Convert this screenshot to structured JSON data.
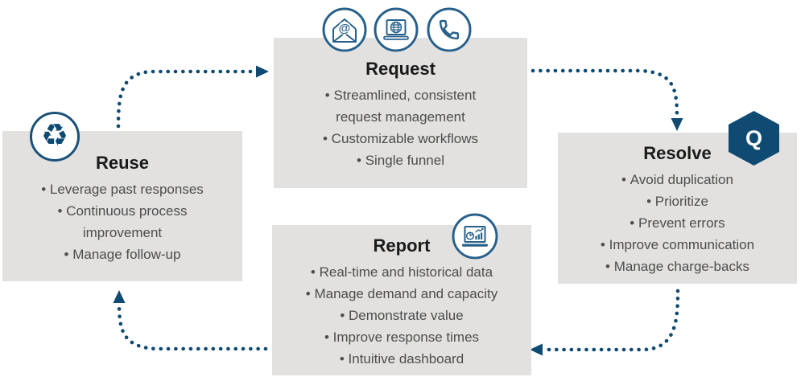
{
  "diagram": {
    "nodes": {
      "request": {
        "title": "Request",
        "items": [
          "Streamlined, consistent request management",
          "Customizable workflows",
          "Single funnel"
        ]
      },
      "resolve": {
        "title": "Resolve",
        "badge_letter": "Q",
        "items": [
          "Avoid duplication",
          "Prioritize",
          "Prevent errors",
          "Improve communication",
          "Manage charge-backs"
        ]
      },
      "report": {
        "title": "Report",
        "items": [
          "Real-time and historical data",
          "Manage demand and capacity",
          "Demonstrate value",
          "Improve response times",
          "Intuitive dashboard"
        ]
      },
      "reuse": {
        "title": "Reuse",
        "items": [
          "Leverage past responses",
          "Continuous process improvement",
          "Manage follow-up"
        ]
      }
    },
    "icons": {
      "request_icons": [
        "email-at-icon",
        "laptop-globe-icon",
        "phone-handset-icon"
      ],
      "reuse_icon": "recycle-icon",
      "reuse_glyph": "♻",
      "resolve_badge": "q-hexagon-badge",
      "report_icon": "dashboard-laptop-icon"
    },
    "arrows": [
      {
        "from": "Reuse",
        "to": "Request",
        "style": "dotted"
      },
      {
        "from": "Request",
        "to": "Resolve",
        "style": "dotted"
      },
      {
        "from": "Resolve",
        "to": "Report",
        "style": "dotted"
      },
      {
        "from": "Report",
        "to": "Reuse",
        "style": "dotted"
      }
    ],
    "colors": {
      "accent_dark": "#0f4a72",
      "icon_stroke": "#27608b",
      "box_background": "#e2e1e0",
      "title_text": "#1a1a1a",
      "body_text": "#4d4d4d"
    }
  }
}
